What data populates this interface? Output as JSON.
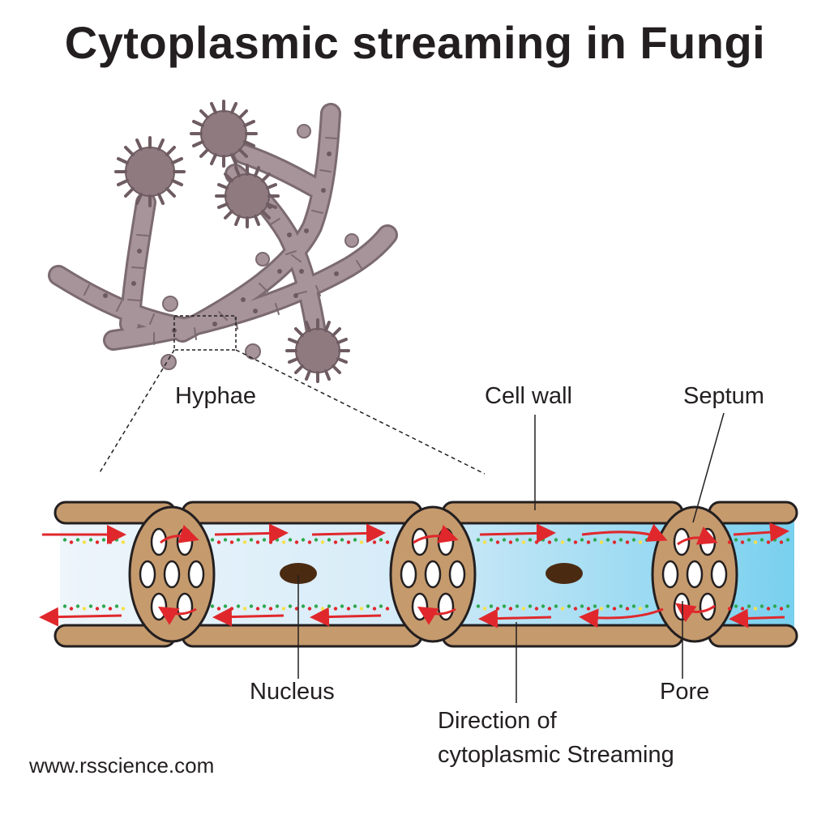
{
  "title": "Cytoplasmic streaming in Fungi",
  "labels": {
    "hyphae": "Hyphae",
    "cell_wall": "Cell wall",
    "septum": "Septum",
    "nucleus": "Nucleus",
    "pore": "Pore",
    "direction_line1": "Direction of",
    "direction_line2": "cytoplasmic Streaming"
  },
  "source_url": "www.rsscience.com",
  "colors": {
    "hyphae_fill": "#a7949a",
    "hyphae_outline": "#7b6a70",
    "cell_wall": "#c59a6d",
    "cytoplasm_light": "#e9f3fb",
    "cytoplasm_blue": "#7fd3f0",
    "nucleus": "#4b2a12",
    "arrow": "#e0282c",
    "dot_green": "#2fa84f",
    "dot_red": "#e0282c",
    "dot_yellow": "#f5e14a"
  }
}
